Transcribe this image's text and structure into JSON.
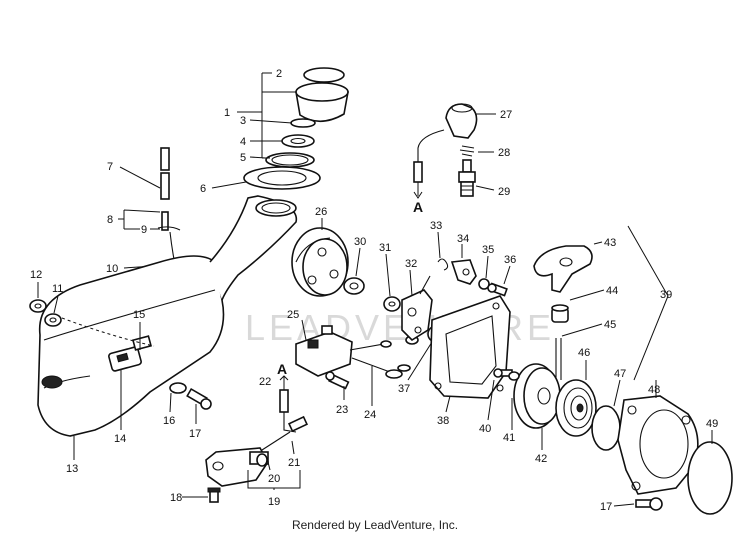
{
  "watermark": {
    "text": "LEADVENTURE"
  },
  "footer": {
    "text": "Rendered by LeadVenture, Inc."
  },
  "callouts": {
    "n1": "1",
    "n2": "2",
    "n3": "3",
    "n4": "4",
    "n5": "5",
    "n6": "6",
    "n7": "7",
    "n8": "8",
    "n9": "9",
    "n10": "10",
    "n11": "11",
    "n12": "12",
    "n13": "13",
    "n14": "14",
    "n15": "15",
    "n16": "16",
    "n17a": "17",
    "n17b": "17",
    "n18": "18",
    "n19": "19",
    "n20": "20",
    "n21": "21",
    "n22": "22",
    "n23": "23",
    "n24": "24",
    "n25": "25",
    "n26": "26",
    "n27": "27",
    "n28": "28",
    "n29": "29",
    "n30": "30",
    "n31": "31",
    "n32": "32",
    "n33": "33",
    "n34": "34",
    "n35": "35",
    "n36": "36",
    "n37": "37",
    "n38": "38",
    "n39": "39",
    "n40": "40",
    "n41": "41",
    "n42": "42",
    "n43": "43",
    "n44": "44",
    "n45": "45",
    "n46": "46",
    "n47": "47",
    "n48": "48",
    "n49": "49",
    "refA1": "A",
    "refA2": "A"
  }
}
